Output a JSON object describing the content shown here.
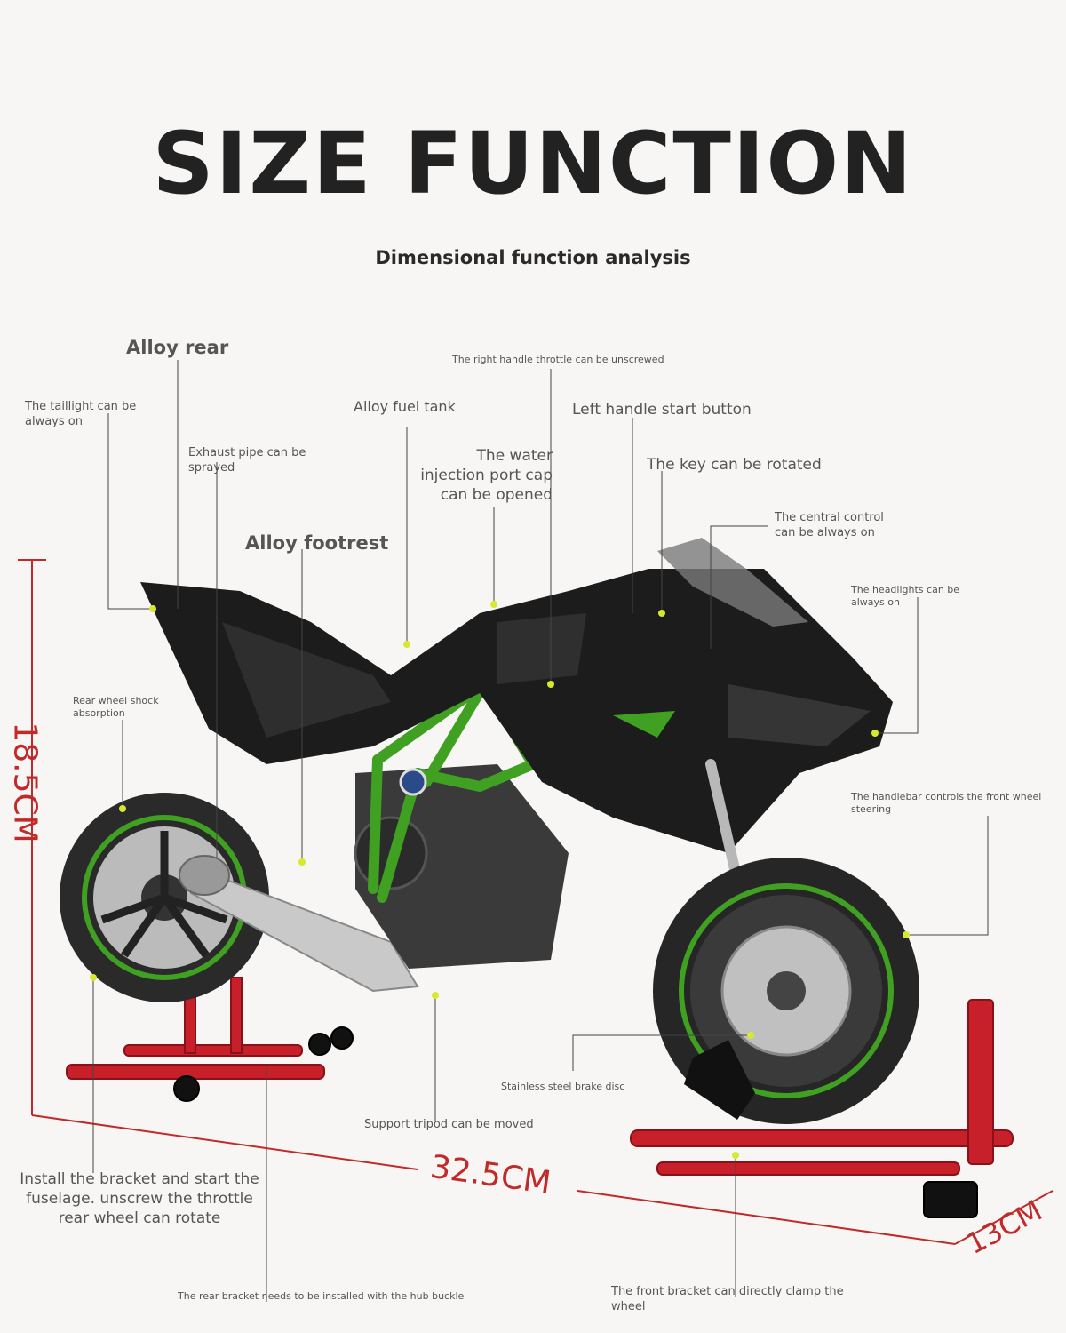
{
  "header": {
    "title": "SIZE FUNCTION",
    "subtitle": "Dimensional function analysis"
  },
  "callouts": {
    "alloy_rear": "Alloy rear",
    "taillight": "The taillight can be always on",
    "exhaust": "Exhaust pipe can be sprayed",
    "fuel_tank": "Alloy fuel tank",
    "throttle": "The right handle throttle can be unscrewed",
    "start_button": "Left handle start button",
    "water_cap": "The water injection port cap can be opened",
    "key": "The key can be rotated",
    "footrest": "Alloy footrest",
    "central_control": "The central control can be always on",
    "headlights": "The headlights can be always on",
    "rear_shock": "Rear wheel shock absorption",
    "handlebar": "The handlebar controls the front wheel steering",
    "brake_disc": "Stainless steel brake disc",
    "tripod": "Support tripod can be moved",
    "install_bracket": "Install the bracket and start the fuselage. unscrew the throttle rear wheel can rotate",
    "rear_bracket": "The rear bracket needs to be installed with the hub buckle",
    "front_bracket": "The front bracket can directly clamp the wheel"
  },
  "dimensions": {
    "height": "18.5CM",
    "length": "32.5CM",
    "width": "13CM"
  },
  "colors": {
    "dimension_red": "#c22a2a",
    "frame_green": "#3fa021",
    "body_black": "#1c1c1c",
    "stand_red": "#c8202a"
  }
}
